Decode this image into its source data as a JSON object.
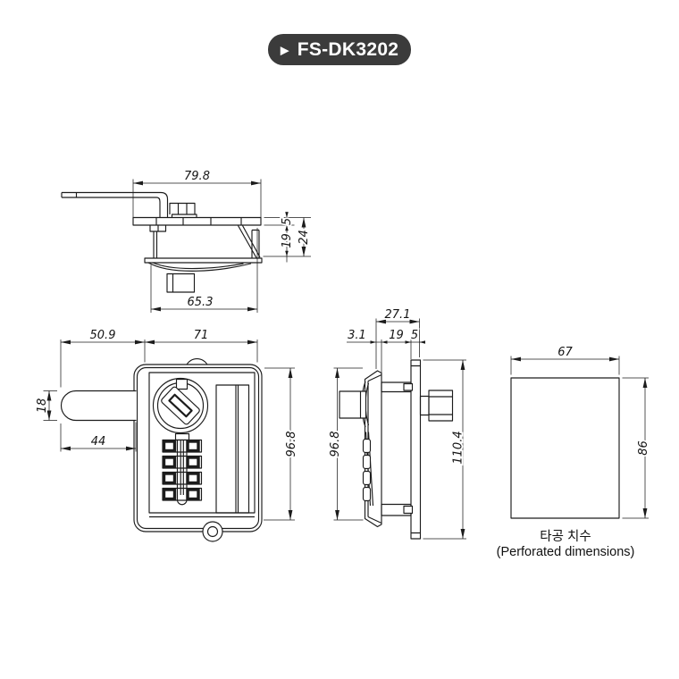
{
  "badge": {
    "icon": "▶",
    "label": "FS-DK3202",
    "bg_color": "#3b3b3b",
    "text_color": "#ffffff"
  },
  "drawing": {
    "line_color": "#1c1c1c",
    "top_view": {
      "dim_width_top": "79.8",
      "dim_width_bottom": "65.3",
      "dim_plate_thickness": "5",
      "dim_body_depth": "19",
      "dim_total_depth": "24"
    },
    "front_view": {
      "dim_latch_offset": "50.9",
      "dim_body_width": "71",
      "dim_latch_height": "18",
      "dim_latch_length": "44",
      "dim_body_height": "96.8"
    },
    "side_view": {
      "dim_total_depth": "27.1",
      "dim_front_lip": "3.1",
      "dim_door_gap": "19",
      "dim_plate_thickness": "5",
      "dim_body_height": "96.8",
      "dim_plate_height": "110.4"
    },
    "cutout_view": {
      "dim_width": "67",
      "dim_height": "86",
      "caption_ko": "타공 치수",
      "caption_en": "(Perforated dimensions)"
    }
  }
}
